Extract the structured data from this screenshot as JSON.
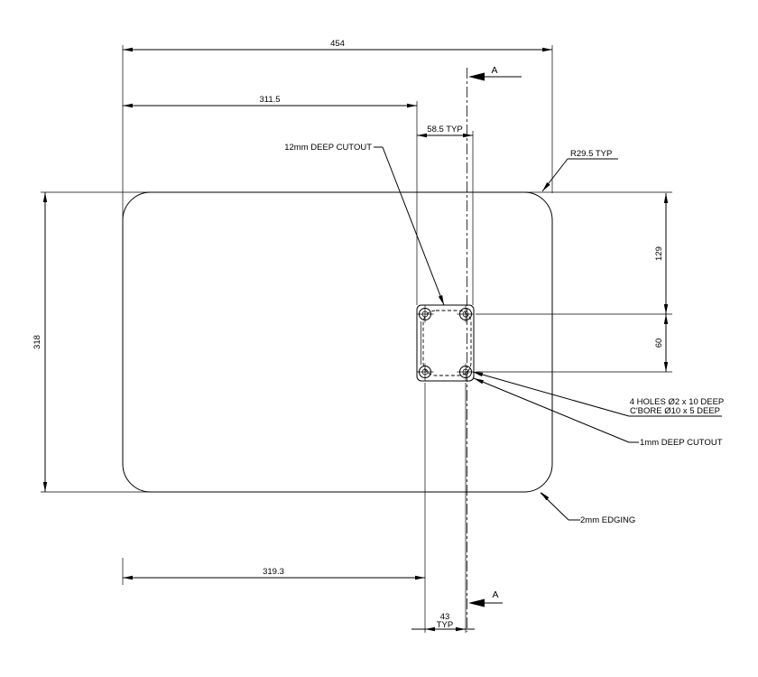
{
  "dimensions": {
    "overall_width": "454",
    "upper_width": "311.5",
    "cutout_width": "58.5 TYP",
    "overall_height": "318",
    "right_upper": "129",
    "right_lower": "60",
    "bottom_width": "319.3",
    "hole_pitch_value": "43",
    "hole_pitch_suffix": "TYP"
  },
  "notes": {
    "deep_cutout_12": "12mm DEEP CUTOUT",
    "corner_radius": "R29.5 TYP",
    "holes_line1": "4 HOLES Ø2 x 10 DEEP",
    "holes_line2": "C'BORE Ø10 x 5 DEEP",
    "deep_cutout_1": "1mm DEEP CUTOUT",
    "edging": "2mm EDGING"
  },
  "section": {
    "letter": "A"
  },
  "colors": {
    "line": "#000000",
    "background": "#ffffff"
  }
}
